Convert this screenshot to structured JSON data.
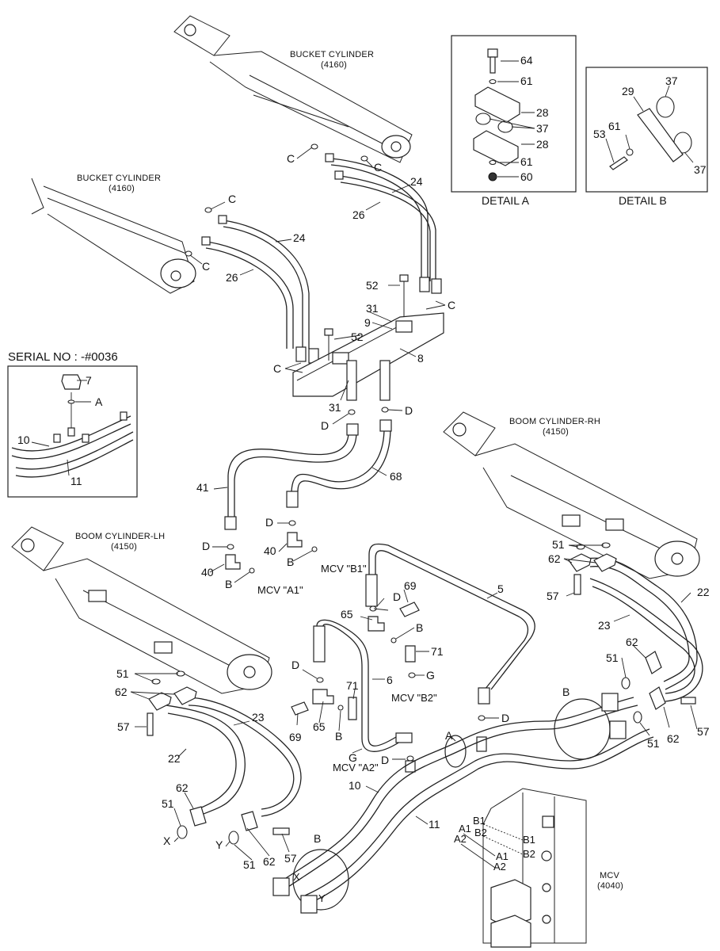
{
  "titles": {
    "bucket_cyl_top": "BUCKET CYLINDER",
    "bucket_cyl_top_code": "(4160)",
    "bucket_cyl_left": "BUCKET CYLINDER",
    "bucket_cyl_left_code": "(4160)",
    "boom_rh": "BOOM CYLINDER-RH",
    "boom_rh_code": "(4150)",
    "boom_lh": "BOOM CYLINDER-LH",
    "boom_lh_code": "(4150)",
    "mcv": "MCV",
    "mcv_code": "(4040)"
  },
  "details": {
    "a": "DETAIL A",
    "b": "DETAIL B",
    "serial": "SERIAL NO : -#0036"
  },
  "mcv_ports": {
    "a1": "MCV \"A1\"",
    "b1": "MCV \"B1\"",
    "a2": "MCV \"A2\"",
    "b2": "MCV \"B2\""
  },
  "parts": {
    "p5": "5",
    "p6": "6",
    "p7": "7",
    "p8": "8",
    "p9": "9",
    "p10": "10",
    "p11": "11",
    "p22": "22",
    "p23": "23",
    "p24": "24",
    "p26": "26",
    "p28": "28",
    "p29": "29",
    "p31": "31",
    "p37": "37",
    "p40": "40",
    "p41": "41",
    "p51": "51",
    "p52": "52",
    "p53": "53",
    "p57": "57",
    "p60": "60",
    "p61": "61",
    "p62": "62",
    "p64": "64",
    "p65": "65",
    "p68": "68",
    "p69": "69",
    "p71": "71"
  },
  "letters": {
    "a": "A",
    "b": "B",
    "c": "C",
    "d": "D",
    "g": "G",
    "x": "X",
    "y": "Y",
    "a1": "A1",
    "a2": "A2",
    "b1": "B1",
    "b2": "B2"
  }
}
